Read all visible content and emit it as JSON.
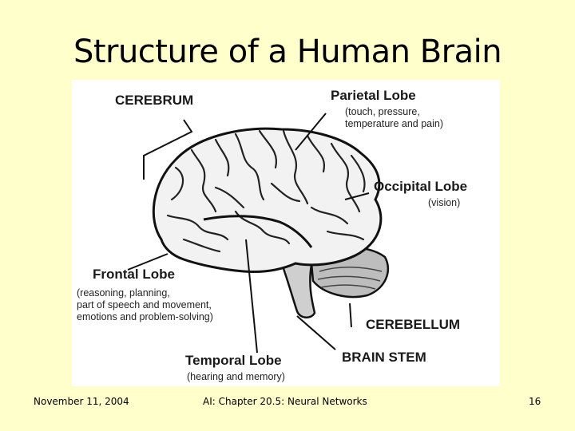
{
  "slide": {
    "title": "Structure of a Human Brain"
  },
  "figure": {
    "labels": {
      "cerebrum": "CEREBRUM",
      "parietal": "Parietal Lobe",
      "parietal_desc_1": "(touch, pressure,",
      "parietal_desc_2": "temperature and pain)",
      "occipital": "Occipital Lobe",
      "occipital_desc": "(vision)",
      "frontal": "Frontal Lobe",
      "frontal_desc_1": "(reasoning, planning,",
      "frontal_desc_2": "part of speech and movement,",
      "frontal_desc_3": "emotions and problem-solving)",
      "cerebellum": "CEREBELLUM",
      "temporal": "Temporal Lobe",
      "temporal_desc": "(hearing and memory)",
      "brain_stem": "BRAIN STEM"
    }
  },
  "footer": {
    "date": "November 11, 2004",
    "course": "AI: Chapter 20.5: Neural Networks",
    "page": "16"
  }
}
